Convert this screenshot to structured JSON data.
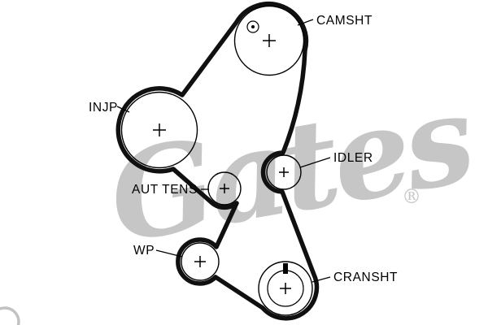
{
  "watermark": {
    "brand": "Gates",
    "registered_mark": "®"
  },
  "labels": {
    "camshaft": "CAMSHT",
    "injection_pump": "INJP",
    "idler": "IDLER",
    "auto_tensioner": "AUT TENS",
    "water_pump": "WP",
    "crankshaft": "CRANSHT"
  },
  "colors": {
    "background": "#ffffff",
    "line": "#000000",
    "belt": "#101010",
    "watermark": "#c6c6c6"
  }
}
